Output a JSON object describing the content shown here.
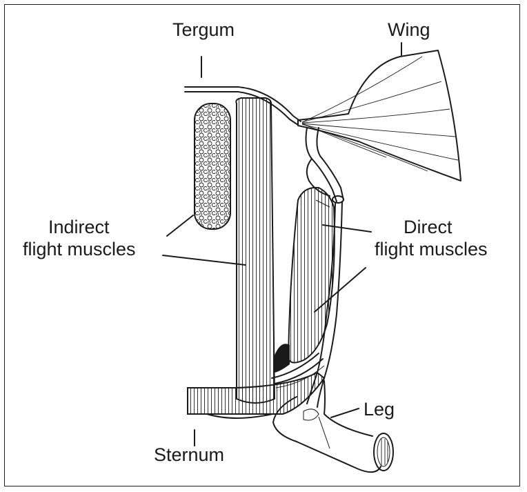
{
  "labels": {
    "tergum": "Tergum",
    "wing": "Wing",
    "indirect_line1": "Indirect",
    "indirect_line2": "flight muscles",
    "direct_line1": "Direct",
    "direct_line2": "flight muscles",
    "leg": "Leg",
    "sternum": "Sternum"
  }
}
